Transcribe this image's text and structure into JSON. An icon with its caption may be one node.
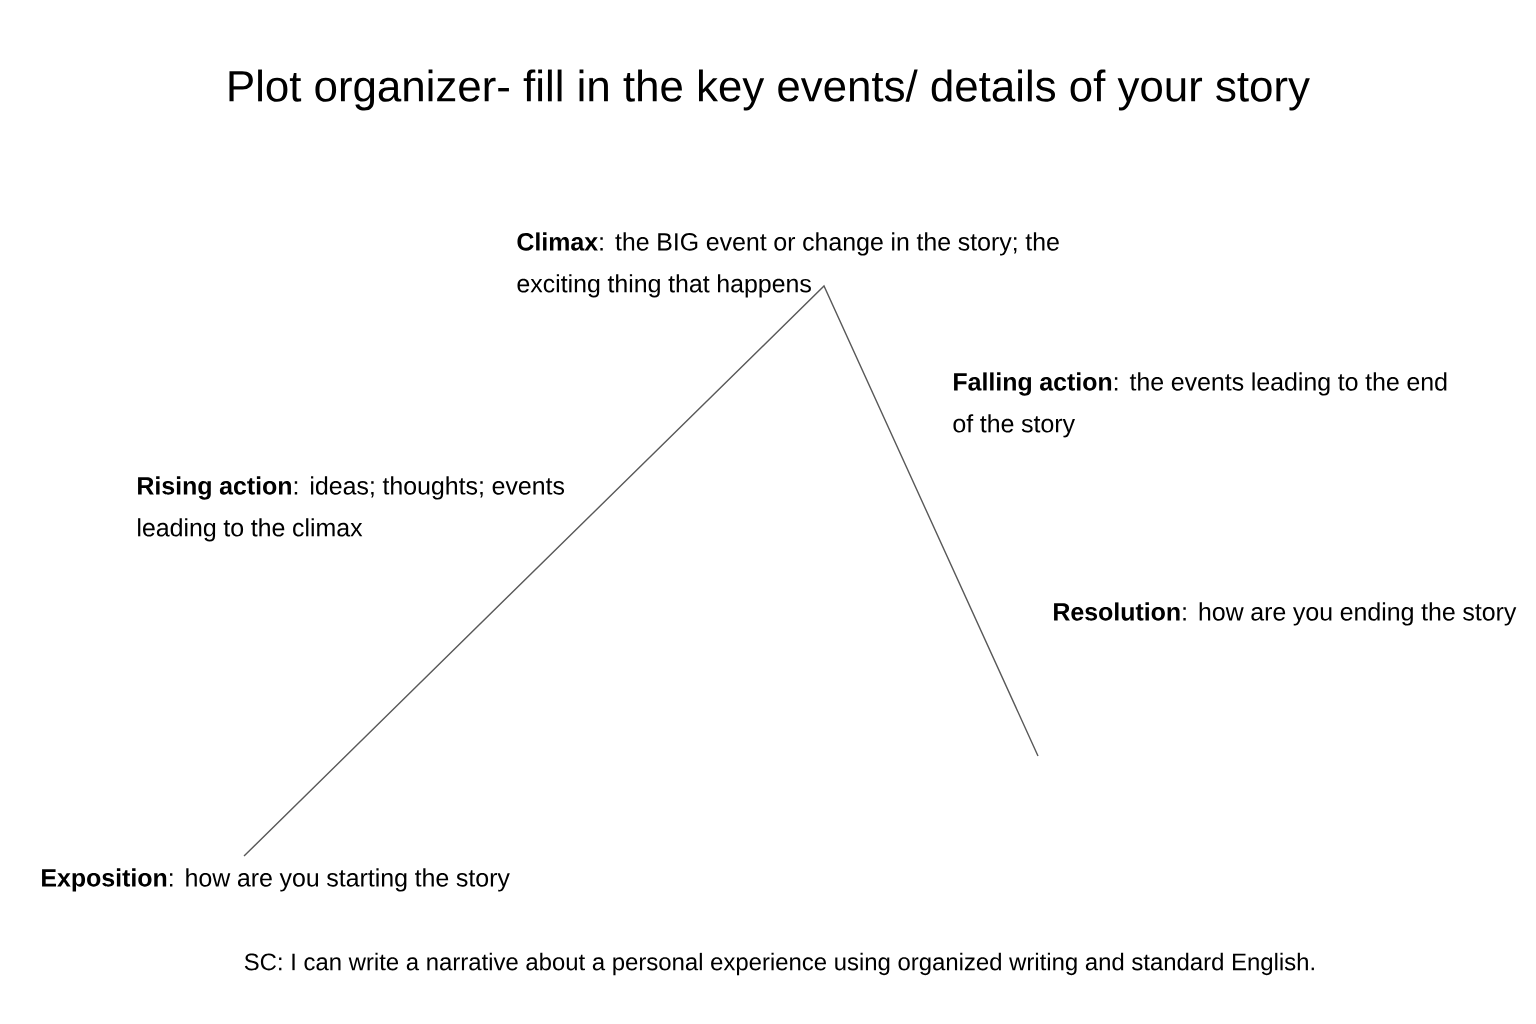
{
  "diagram": {
    "title": "Plot organizer- fill in the key events/ details of your story",
    "caption": "SC: I can write a narrative about a personal experience using organized writing and standard English.",
    "labels": [
      "**Climax**: the BIG event or change in the story; the exciting thing that happens",
      "**Falling action**: the events leading to the end of the story",
      "**Rising action**: ideas; thoughts; events leading to the climax",
      "**Resolution**: how are you ending the story",
      "**Exposition**: how are you starting the story"
    ]
  }
}
